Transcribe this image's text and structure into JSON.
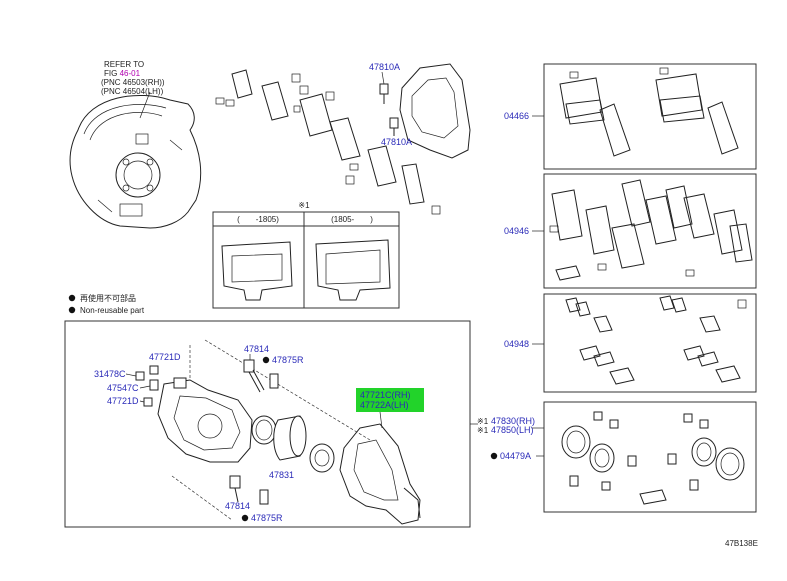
{
  "refer_note": {
    "line1": "REFER TO",
    "line2_prefix": "FIG ",
    "line2_link": "46-01",
    "line3": "(PNC 46503(RH))",
    "line4": "(PNC 46504(LH))"
  },
  "legend": {
    "item1": "再使用不可部品",
    "item2": "Non-reusable part"
  },
  "inset": {
    "marker": "※1",
    "left_range": "(　　-1805)",
    "right_range": "(1805-　　)"
  },
  "labels": {
    "p47810A_top": "47810A",
    "p47810A_bot": "47810A",
    "p04466": "04466",
    "p04946": "04946",
    "p04948": "04948",
    "p04479A": "04479A",
    "p47814_top": "47814",
    "p47875R_top": "47875R",
    "p47721D_a": "47721D",
    "p31478C": "31478C",
    "p47547C": "47547C",
    "p47721D_b": "47721D",
    "p47831": "47831",
    "p47814_bot": "47814",
    "p47875R_bot": "47875R",
    "p47721C": "47721C(RH)",
    "p47722A": "47722A(LH)",
    "p47830": "47830(RH)",
    "p47850": "47850(LH)",
    "ref1_a": "※1",
    "ref1_b": "※1",
    "diagram_code": "47B138E"
  },
  "colors": {
    "part_number": "#2a2ab8",
    "highlight": "#22d32a",
    "link": "#b000b0"
  }
}
